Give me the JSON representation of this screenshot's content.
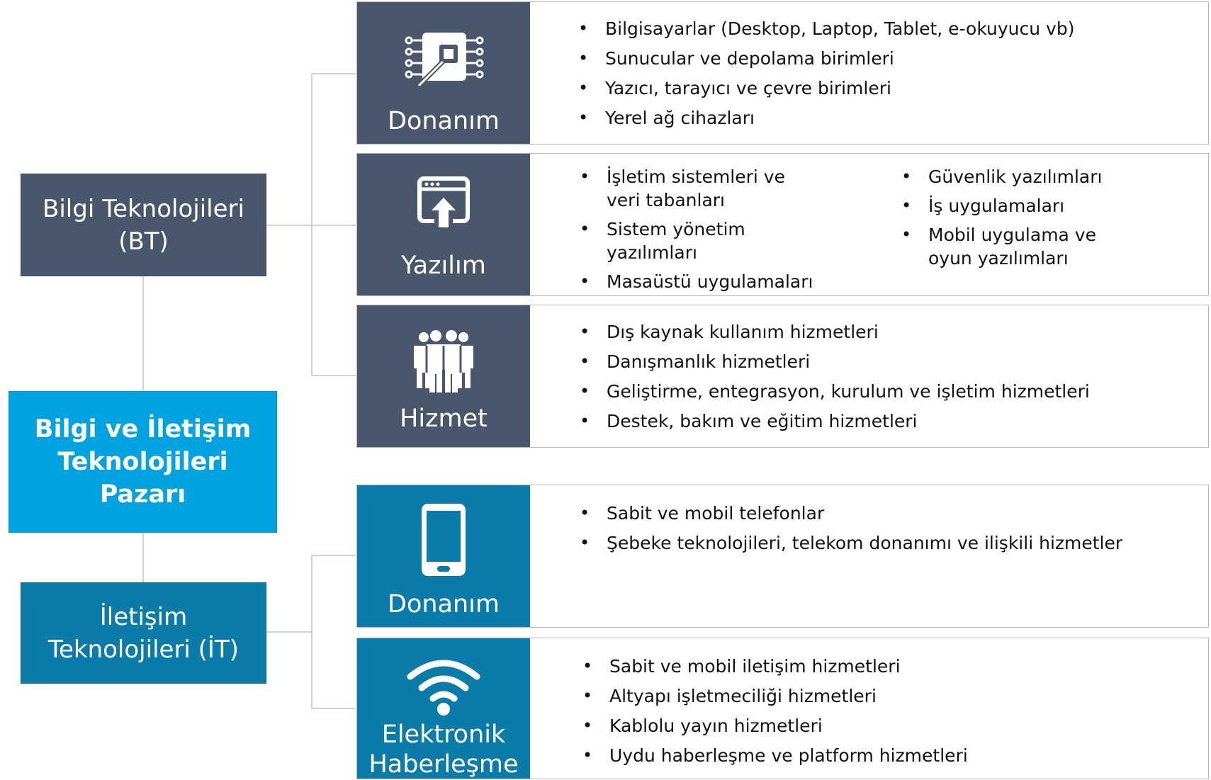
{
  "root": {
    "label_lines": [
      "Bilgi ve İletişim",
      "Teknolojileri",
      "Pazarı"
    ]
  },
  "bt": {
    "label_lines": [
      "Bilgi Teknolojileri",
      "(BT)"
    ]
  },
  "it": {
    "label_lines": [
      "İletişim",
      "Teknolojileri (İT)"
    ]
  },
  "categories": {
    "bt_donanim": {
      "label": "Donanım",
      "icon": "chip-icon",
      "items": [
        "Bilgisayarlar (Desktop, Laptop, Tablet, e-okuyucu vb)",
        "Sunucular ve depolama birimleri",
        "Yazıcı, tarayıcı ve çevre birimleri",
        "Yerel ağ cihazları"
      ]
    },
    "bt_yazilim": {
      "label": "Yazılım",
      "icon": "upload-window-icon",
      "items_left": [
        [
          "İşletim sistemleri ve",
          "veri tabanları"
        ],
        [
          "Sistem yönetim",
          "yazılımları"
        ],
        [
          "Masaüstü uygulamaları"
        ]
      ],
      "items_right": [
        [
          "Güvenlik yazılımları"
        ],
        [
          "İş uygulamaları"
        ],
        [
          "Mobil uygulama ve",
          "oyun yazılımları"
        ]
      ]
    },
    "bt_hizmet": {
      "label": "Hizmet",
      "icon": "people-group-icon",
      "items": [
        "Dış kaynak kullanım hizmetleri",
        "Danışmanlık hizmetleri",
        "Geliştirme, entegrasyon, kurulum ve işletim hizmetleri",
        "Destek, bakım ve eğitim hizmetleri"
      ]
    },
    "it_donanim": {
      "label": "Donanım",
      "icon": "mobile-phone-icon",
      "items": [
        "Sabit ve mobil telefonlar",
        "Şebeke teknolojileri, telekom donanımı ve ilişkili hizmetler"
      ]
    },
    "it_haberlesme": {
      "label_lines": [
        "Elektronik",
        "Haberleşme"
      ],
      "icon": "wifi-icon",
      "items": [
        "Sabit ve mobil iletişim hizmetleri",
        "Altyapı işletmeciliği hizmetleri",
        "Kablolu yayın hizmetleri",
        "Uydu haberleşme ve platform hizmetleri"
      ]
    }
  },
  "colors": {
    "bt_dark": "#4a566b",
    "it_blue": "#0b7ba9",
    "root_cyan": "#00a3e0",
    "connector": "#c0c4c9"
  }
}
